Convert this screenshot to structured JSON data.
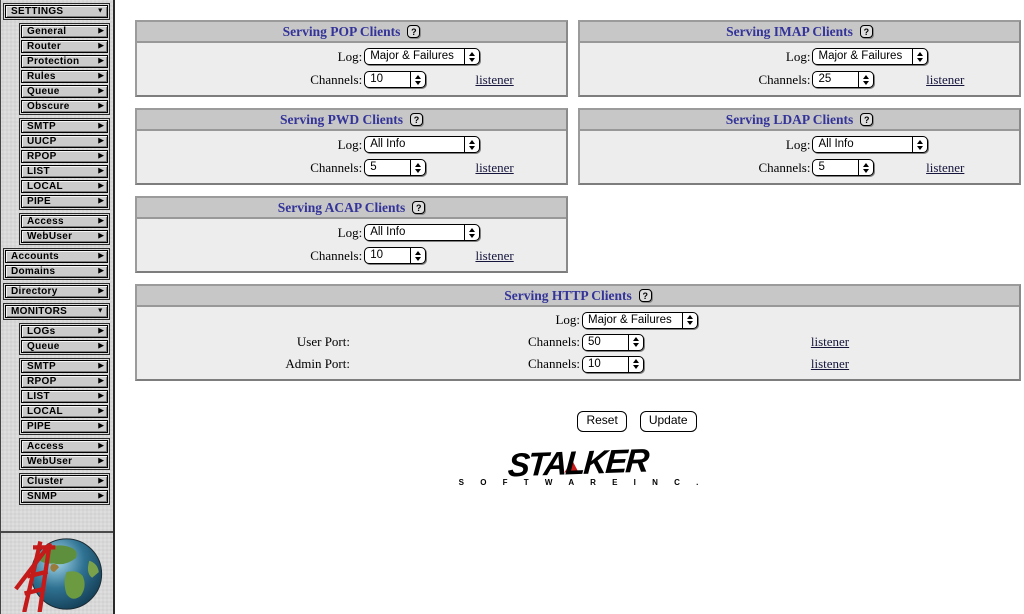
{
  "colors": {
    "panel_title_text": "#333399",
    "link_text": "#15153d",
    "brand_red": "#c41a1a",
    "panel_header_bg": "#c7c7c7",
    "panel_body_bg": "#ededed"
  },
  "labels": {
    "log": "Log:",
    "channels": "Channels:",
    "help": "?"
  },
  "sidebar": {
    "sections": [
      {
        "style": "parent",
        "indent": false,
        "items": [
          {
            "label": "SETTINGS",
            "arrow": "down"
          }
        ]
      },
      {
        "style": "group",
        "indent": true,
        "items": [
          {
            "label": "General"
          },
          {
            "label": "Router"
          },
          {
            "label": "Protection"
          },
          {
            "label": "Rules"
          },
          {
            "label": "Queue"
          },
          {
            "label": "Obscure"
          }
        ]
      },
      {
        "style": "group",
        "indent": true,
        "items": [
          {
            "label": "SMTP"
          },
          {
            "label": "UUCP"
          },
          {
            "label": "RPOP"
          },
          {
            "label": "LIST"
          },
          {
            "label": "LOCAL"
          },
          {
            "label": "PIPE"
          }
        ]
      },
      {
        "style": "group",
        "indent": true,
        "items": [
          {
            "label": "Access"
          },
          {
            "label": "WebUser"
          }
        ]
      },
      {
        "style": "group",
        "indent": false,
        "items": [
          {
            "label": "Accounts"
          },
          {
            "label": "Domains"
          }
        ]
      },
      {
        "style": "group",
        "indent": false,
        "items": [
          {
            "label": "Directory"
          }
        ]
      },
      {
        "style": "parent",
        "indent": false,
        "items": [
          {
            "label": "MONITORS",
            "arrow": "down"
          }
        ]
      },
      {
        "style": "group",
        "indent": true,
        "items": [
          {
            "label": "LOGs"
          },
          {
            "label": "Queue"
          }
        ]
      },
      {
        "style": "group",
        "indent": true,
        "items": [
          {
            "label": "SMTP"
          },
          {
            "label": "RPOP"
          },
          {
            "label": "LIST"
          },
          {
            "label": "LOCAL"
          },
          {
            "label": "PIPE"
          }
        ]
      },
      {
        "style": "group",
        "indent": true,
        "items": [
          {
            "label": "Access"
          },
          {
            "label": "WebUser"
          }
        ]
      },
      {
        "style": "group",
        "indent": true,
        "items": [
          {
            "label": "Cluster"
          },
          {
            "label": "SNMP"
          }
        ]
      }
    ]
  },
  "panels": [
    {
      "id": "pop",
      "title": "Serving POP Clients",
      "log": "Major & Failures",
      "channels": "10",
      "listener": "listener"
    },
    {
      "id": "imap",
      "title": "Serving IMAP Clients",
      "log": "Major & Failures",
      "channels": "25",
      "listener": "listener"
    },
    {
      "id": "pwd",
      "title": "Serving PWD Clients",
      "log": "All Info",
      "channels": "5",
      "listener": "listener"
    },
    {
      "id": "ldap",
      "title": "Serving LDAP Clients",
      "log": "All Info",
      "channels": "5",
      "listener": "listener"
    },
    {
      "id": "acap",
      "title": "Serving ACAP Clients",
      "log": "All Info",
      "channels": "10",
      "listener": "listener"
    }
  ],
  "http_panel": {
    "title": "Serving HTTP Clients",
    "log": "Major & Failures",
    "rows": [
      {
        "label": "User Port:",
        "channels": "50",
        "listener": "listener"
      },
      {
        "label": "Admin Port:",
        "channels": "10",
        "listener": "listener"
      }
    ]
  },
  "actions": {
    "reset": "Reset",
    "update": "Update"
  },
  "logo": {
    "brand": "STALKER",
    "subtitle": "S O F T W A R E   I N C ."
  }
}
